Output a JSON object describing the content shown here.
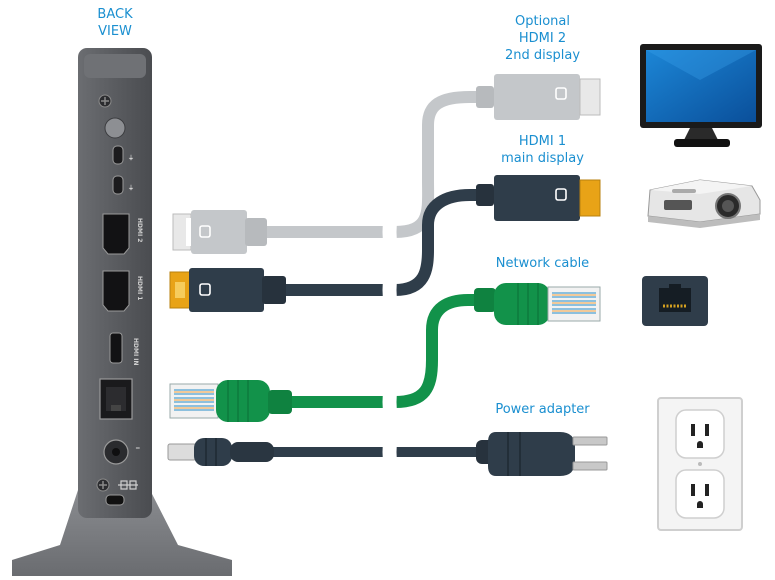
{
  "labels": {
    "back_view_line1": "BACK",
    "back_view_line2": "VIEW",
    "hdmi2_line1": "Optional",
    "hdmi2_line2": "HDMI 2",
    "hdmi2_line3": "2nd display",
    "hdmi1_line1": "HDMI 1",
    "hdmi1_line2": "main display",
    "network": "Network cable",
    "power": "Power adapter"
  },
  "ports": {
    "hdmi2": "HDMI 2",
    "hdmi1": "HDMI 1",
    "hdmi_in": "HDMI IN"
  },
  "colors": {
    "label": "#1a8fd0",
    "hdmi2_cable": "#c4c7ca",
    "hdmi1_cable": "#2f3d4a",
    "network_cable": "#12924a",
    "power_cable": "#2f3d4a",
    "connector_gold": "#e8a317",
    "device_body": "#5d5f63"
  },
  "icons": {
    "device": "mini-pc-back",
    "monitor": "monitor-icon",
    "projector": "projector-icon",
    "ethernet_jack": "ethernet-jack-icon",
    "outlet": "wall-outlet-icon"
  }
}
